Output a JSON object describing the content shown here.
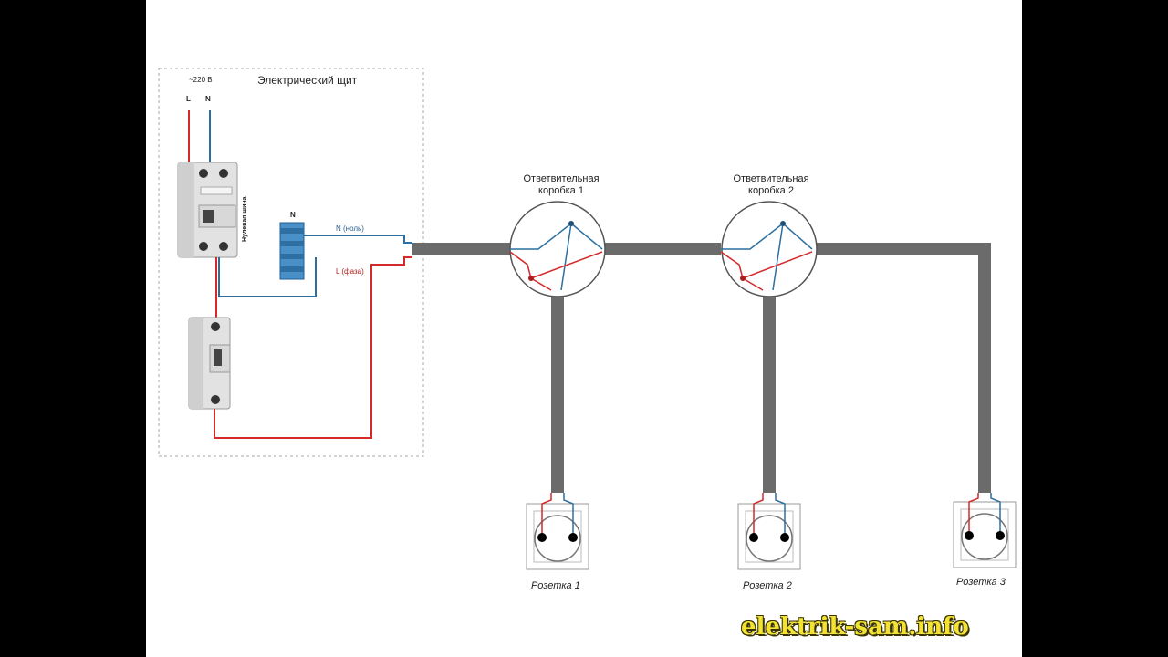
{
  "panel": {
    "title": "Электрический щит",
    "voltage": "~220 В",
    "phase_label": "L",
    "neutral_label": "N"
  },
  "bus": {
    "name": "Нулевая шина",
    "label": "N"
  },
  "wires": {
    "neutral": "N (ноль)",
    "phase": "L (фаза)"
  },
  "boxes": [
    {
      "line1": "Ответвительная",
      "line2": "коробка 1"
    },
    {
      "line1": "Ответвительная",
      "line2": "коробка 2"
    }
  ],
  "sockets": [
    "Розетка 1",
    "Розетка 2",
    "Розетка 3"
  ],
  "watermark": "elektrik-sam.info",
  "colors": {
    "phase": "#d42a2a",
    "neutral": "#2d6fa0",
    "cable": "#6b6b6b"
  }
}
